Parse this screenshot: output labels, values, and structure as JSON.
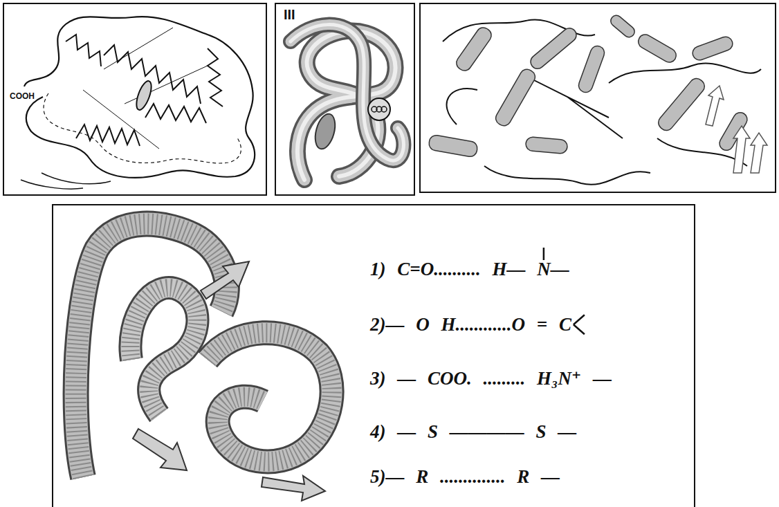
{
  "diagram": {
    "nodes": [
      {
        "text": [
          "1) C=O.......... H— N—",
          "2)— O H............O = C",
          "3) — COO. ......... H₃N⁺ —",
          "4) — S ———— S —",
          "5)— R .............. R —"
        ]
      }
    ],
    "labels": [
      "COOH",
      "III"
    ]
  }
}
